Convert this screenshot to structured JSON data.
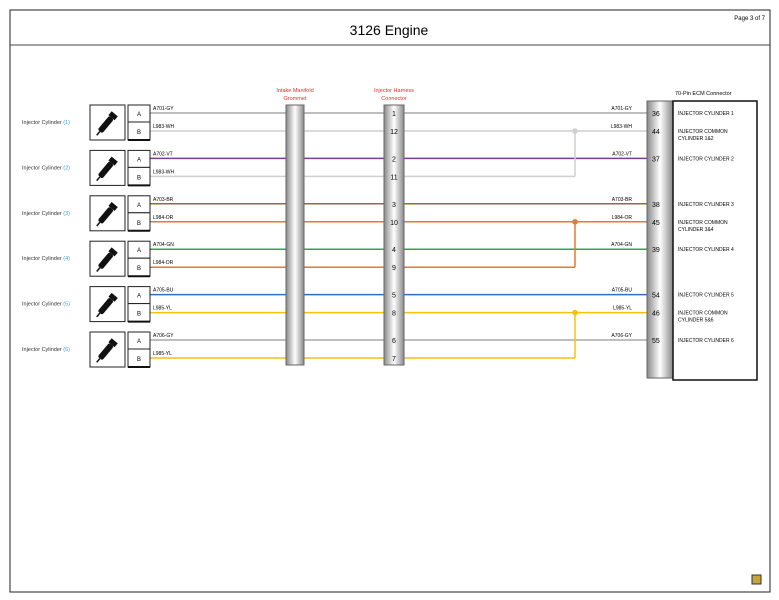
{
  "title": "3126 Engine",
  "page": "Page 3 of 7",
  "grommet_label": [
    "Intake Manifold",
    "Grommet"
  ],
  "harness_label": [
    "Injector Harness",
    "Connector"
  ],
  "ecm_label": "70-Pin ECM Connector",
  "colors": {
    "GY": "#a9a9a9",
    "WH": "#cfcfcf",
    "VT": "#7a3d9e",
    "BR": "#8c6d35",
    "OR": "#e8782a",
    "GN": "#28a84c",
    "BU": "#2e6fc2",
    "YL": "#f6c20e",
    "label_red": "#e03030",
    "cyl_num": "#3aa0d8"
  },
  "injectors": [
    {
      "label": "Injector Cylinder",
      "num": "(1)",
      "A": {
        "wire": "A701-GY",
        "color": "GY",
        "harness_pin": "1",
        "ecm_pin": "36",
        "ecm_desc": [
          "INJECTOR CYLINDER 1"
        ]
      },
      "B": {
        "wire": "L983-WH",
        "color": "WH",
        "harness_pin": "12",
        "ecm_pin": "44",
        "ecm_desc": [
          "INJECTOR COMMON",
          "CYLINDER 1&2"
        ]
      }
    },
    {
      "label": "Injector Cylinder",
      "num": "(2)",
      "A": {
        "wire": "A702-VT",
        "color": "VT",
        "harness_pin": "2",
        "ecm_pin": "37",
        "ecm_desc": [
          "INJECTOR CYLINDER 2"
        ]
      },
      "B": {
        "wire": "L983-WH",
        "color": "WH",
        "harness_pin": "11"
      }
    },
    {
      "label": "Injector Cylinder",
      "num": "(3)",
      "A": {
        "wire": "A703-BR",
        "color": "BR",
        "harness_pin": "3",
        "ecm_pin": "38",
        "ecm_desc": [
          "INJECTOR CYLINDER 3"
        ]
      },
      "B": {
        "wire": "L984-OR",
        "color": "OR",
        "harness_pin": "10",
        "ecm_pin": "45",
        "ecm_desc": [
          "INJECTOR COMMON",
          "CYLINDER 3&4"
        ]
      }
    },
    {
      "label": "Injector Cylinder",
      "num": "(4)",
      "A": {
        "wire": "A704-GN",
        "color": "GN",
        "harness_pin": "4",
        "ecm_pin": "39",
        "ecm_desc": [
          "INJECTOR CYLINDER 4"
        ]
      },
      "B": {
        "wire": "L984-OR",
        "color": "OR",
        "harness_pin": "9"
      }
    },
    {
      "label": "Injector Cylinder",
      "num": "(5)",
      "A": {
        "wire": "A705-BU",
        "color": "BU",
        "harness_pin": "5",
        "ecm_pin": "54",
        "ecm_desc": [
          "INJECTOR CYLINDER 5"
        ]
      },
      "B": {
        "wire": "L985-YL",
        "color": "YL",
        "harness_pin": "8",
        "ecm_pin": "46",
        "ecm_desc": [
          "INJECTOR COMMON",
          "CYLINDER 5&6"
        ]
      }
    },
    {
      "label": "Injector Cylinder",
      "num": "(6)",
      "A": {
        "wire": "A706-GY",
        "color": "GY",
        "harness_pin": "6",
        "ecm_pin": "55",
        "ecm_desc": [
          "INJECTOR CYLINDER 6"
        ]
      },
      "B": {
        "wire": "L985-YL",
        "color": "YL",
        "harness_pin": "7"
      }
    }
  ]
}
